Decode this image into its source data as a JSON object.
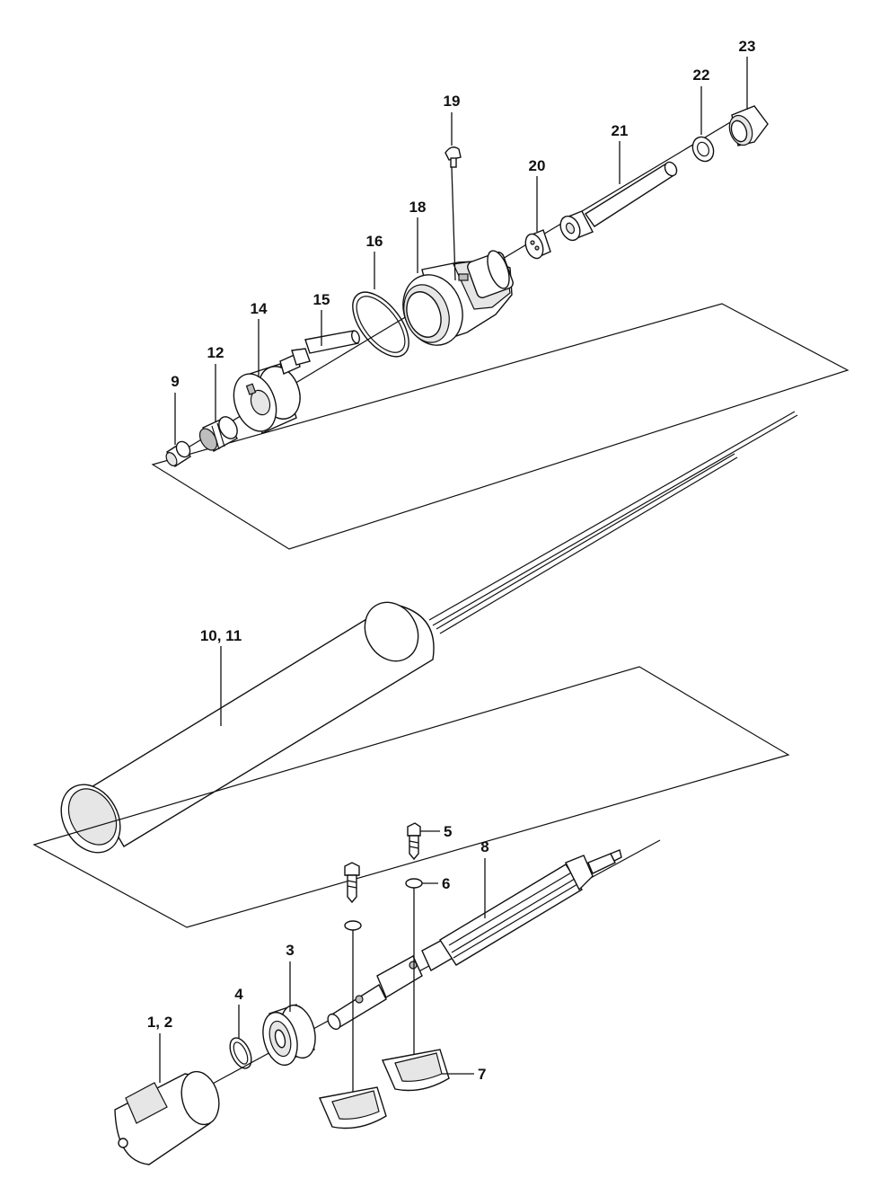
{
  "diagram": {
    "labels": {
      "l1_2": "1, 2",
      "l3": "3",
      "l4": "4",
      "l5": "5",
      "l6": "6",
      "l7": "7",
      "l8": "8",
      "l9": "9",
      "l10_11": "10, 11",
      "l12": "12",
      "l14": "14",
      "l15": "15",
      "l16": "16",
      "l18": "18",
      "l19": "19",
      "l20": "20",
      "l21": "21",
      "l22": "22",
      "l23": "23"
    }
  }
}
